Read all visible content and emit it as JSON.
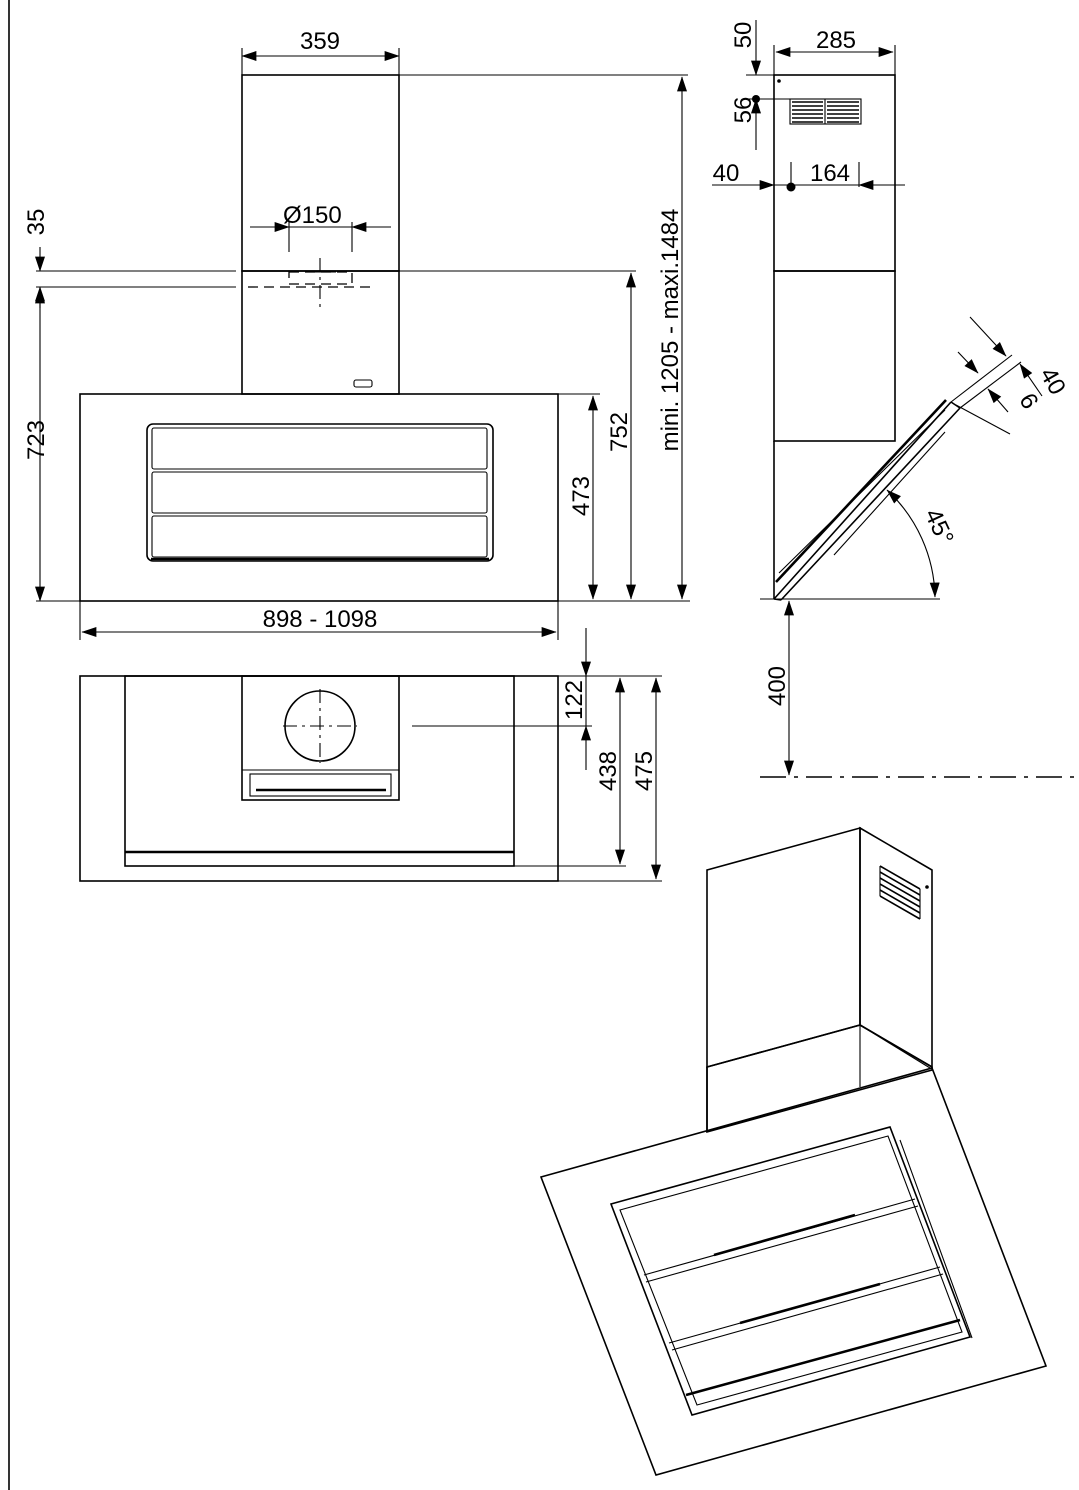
{
  "drawing": {
    "front_view": {
      "chimney_width": "359",
      "duct_diameter_symbol": "Ø",
      "duct_diameter": "150",
      "outlet_offset": "35",
      "height_to_outlet": "723",
      "height_lower": "752",
      "canopy_height": "473",
      "total_height": "mini. 1205 - maxi.1484",
      "width": "898 - 1098"
    },
    "top_view": {
      "duct_offset": "122",
      "depth_inner": "438",
      "depth_outer": "475"
    },
    "side_view": {
      "top_offset": "50",
      "chimney_depth": "285",
      "vent_offset": "56",
      "wall_offset": "40",
      "bracket_spacing": "164",
      "panel_thickness": "40",
      "panel_gap": "6",
      "panel_angle": "45°",
      "height_above_hob": "400"
    }
  }
}
